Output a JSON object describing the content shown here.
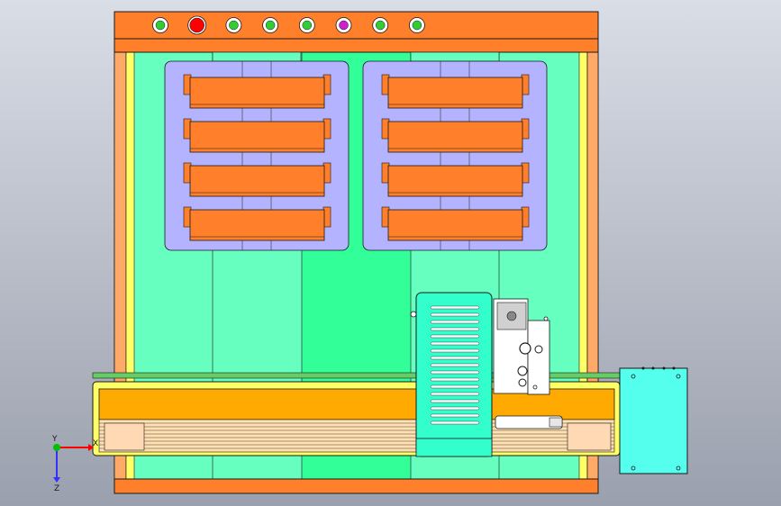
{
  "viewport": {
    "background_top": "#d9dde6",
    "background_bottom": "#9aa0ad"
  },
  "colors": {
    "frame_orange": "#ff7f2a",
    "frame_orange_light": "#ffaa66",
    "panel_green": "#66ffbf",
    "panel_green_center": "#33ff99",
    "tray_lavender": "#b3b3ff",
    "slot_orange": "#ff7f2a",
    "rail_orange": "#ffaa00",
    "rail_yellow": "#ffff66",
    "module_cyan": "#33ffcc",
    "controller_cyan": "#55ffee",
    "outline": "#1a1a1a",
    "axis_x": "#ff0000",
    "axis_y": "#00c000",
    "axis_z": "#3030ff"
  },
  "indicator_lights": [
    {
      "name": "light-1",
      "color": "#33cc33"
    },
    {
      "name": "light-2",
      "color": "#ff0000"
    },
    {
      "name": "light-3",
      "color": "#33cc33"
    },
    {
      "name": "light-4",
      "color": "#33cc33"
    },
    {
      "name": "light-5",
      "color": "#33cc33"
    },
    {
      "name": "light-6",
      "color": "#cc22cc"
    },
    {
      "name": "light-7",
      "color": "#33cc33"
    },
    {
      "name": "light-8",
      "color": "#33cc33"
    }
  ],
  "trays": [
    {
      "name": "left-tray",
      "slots": 4
    },
    {
      "name": "right-tray",
      "slots": 4
    }
  ],
  "axes": {
    "x_label": "X",
    "y_label": "Y",
    "z_label": "Z"
  }
}
